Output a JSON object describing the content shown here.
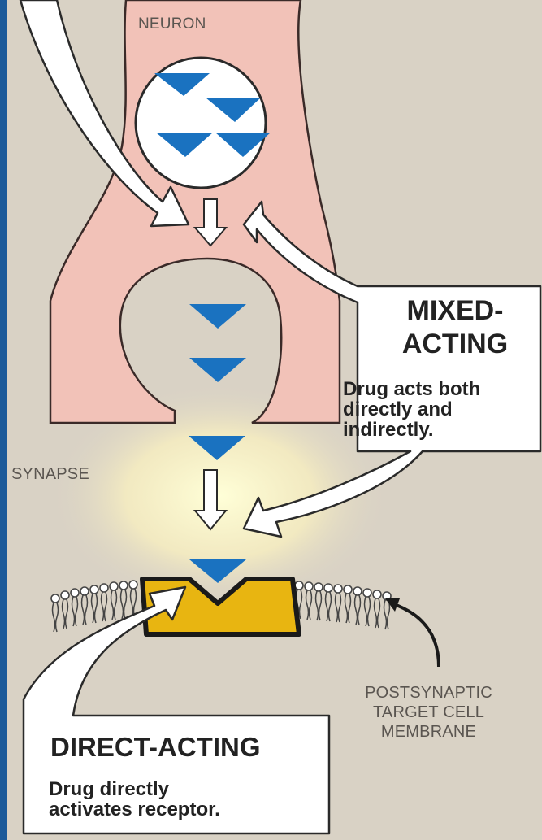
{
  "labels": {
    "neuron": "NEURON",
    "synapse": "SYNAPSE",
    "postsynaptic_line1": "POSTSYNAPTIC",
    "postsynaptic_line2": "TARGET CELL",
    "postsynaptic_line3": "MEMBRANE"
  },
  "mixed_acting": {
    "title_line1": "MIXED-",
    "title_line2": "ACTING",
    "text_line1": "Drug acts both",
    "text_line2": "directly and",
    "text_line3": "indirectly."
  },
  "direct_acting": {
    "title": "DIRECT-ACTING",
    "text_line1": "Drug directly",
    "text_line2": "activates receptor."
  },
  "colors": {
    "background": "#d9d2c5",
    "neuron_fill": "#f2c2b8",
    "neurotransmitter": "#1a72c0",
    "receptor": "#e8b511",
    "left_border": "#1c5a9a"
  }
}
